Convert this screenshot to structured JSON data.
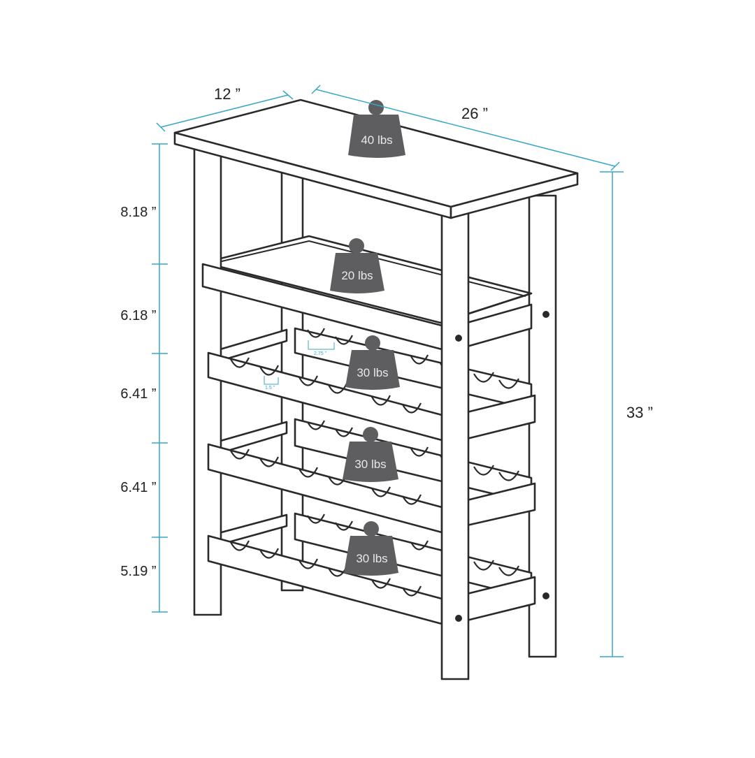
{
  "colors": {
    "dimension_line": "#3aa6c8",
    "furniture_outline": "#2a2a2a",
    "furniture_fill": "#ffffff",
    "weight_fill": "#5e5e60",
    "weight_text": "#e8e8e8",
    "label_text": "#222222"
  },
  "dimensions": {
    "depth": "12 ”",
    "width": "26 ”",
    "height": "33 ”",
    "segments": [
      "8.18 ”",
      "6.18 ”",
      "6.41 ”",
      "6.41 ”",
      "5.19 ”"
    ],
    "slot_spacing": "2.75 ”",
    "slot_depth": "1.5 ”"
  },
  "weights": [
    {
      "label": "40 lbs",
      "location": "top"
    },
    {
      "label": "20 lbs",
      "location": "shelf"
    },
    {
      "label": "30 lbs",
      "location": "upper rack"
    },
    {
      "label": "30 lbs",
      "location": "middle rack"
    },
    {
      "label": "30 lbs",
      "location": "lower rack"
    }
  ]
}
